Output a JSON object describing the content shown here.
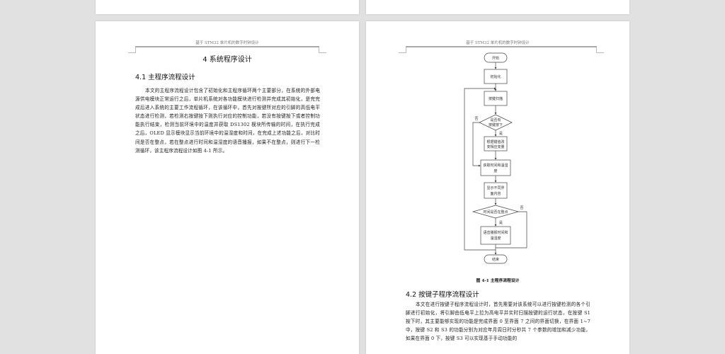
{
  "viewer": {
    "background": "#e1e1e1"
  },
  "left_page": {
    "header": "基于 STM32 单片机的数字时钟设计",
    "chapter_title": "4  系统程序设计",
    "section_title": "4.1 主程序流程设计",
    "paragraph": "本文的主程序流程设计包含了初始化和主程序循环两个主要部分，在系统的外部电源供电模块正常运行之后，单片机系统对各功能模块进行检测并完成其初始化，是完完成后进入系统的主要工作流程循环，在该循环中，首先对按键所对应的引脚的高低电平状态进行检测，若检测右按键按下则执行对应的控制功能，若没有按键按下或者控制功能执行结束，检测当前环境中的温度并获取 DS1302 模块所传输的时间，在执行完成之后，OLED 显示模块显示当前环境中的温湿度和时间，在完成上述功能之后，对比时间是否在整点，若在整点进行时间和温湿度的语音播报，如果不在整点，则进行下一检测循环，该主程序流程设计如图 4-1 所示。"
  },
  "right_page": {
    "header": "基于 STM32 单片机的数字时钟设计",
    "flowchart": {
      "start": "开始",
      "init": "初始化",
      "scan": "按键扫描",
      "decision1_line1": "是否有",
      "decision1_line2": "按键按下",
      "yes1": "是",
      "no1": "否",
      "change_line1": "根据键值改",
      "change_line2": "变相应变量",
      "get_line1": "获取时间和温湿",
      "get_line2": "度",
      "show_line1": "显示不同界",
      "show_line2": "面内容",
      "decision2": "时间是否在整点",
      "yes2": "是",
      "no2": "否",
      "voice_line1": "语音播报时间和",
      "voice_line2": "温湿度",
      "end": "结束"
    },
    "figure_caption": "图 4-1 主程序流程设计",
    "section_title": "4.2  按键子程序流程设计",
    "paragraph": "本文在进行按键子程序流程设计时，首先需要对该系统可以进行按键检测的各个引脚进行初始化，将引脚由低电平上拉为高电平并实时扫描按键的运行状态，在按键 S1 按下时，其主要能够实现的功能是完成界面 0 至界面 7 之间的界面切换，在界面 1~7 中，按键 S2 和 S3 的功能分别为对应年月周日时分秒共 7 个参数的增加和减少功能，如果在界面 0 下，按键 S3 可以实现基于手动功能的"
  }
}
